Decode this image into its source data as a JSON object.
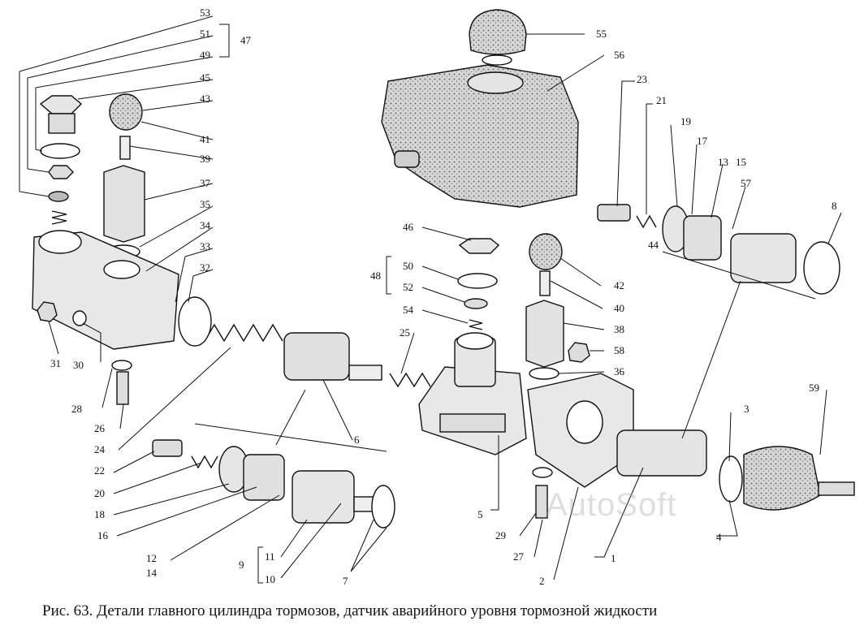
{
  "caption": "Рис. 63. Детали главного цилиндра тормозов, датчик аварийного уровня тормозной жидкости",
  "watermark": "AutoSoft",
  "colors": {
    "ink": "#111111",
    "body_fill": "#e8e8e8",
    "reservoir_fill": "#bdbdbd",
    "background": "#ffffff"
  },
  "labels": [
    "53",
    "51",
    "49",
    "47",
    "45",
    "43",
    "41",
    "39",
    "37",
    "35",
    "34",
    "33",
    "32",
    "31",
    "30",
    "28",
    "26",
    "24",
    "22",
    "20",
    "18",
    "16",
    "12",
    "14",
    "11",
    "10",
    "9",
    "7",
    "6",
    "5",
    "2",
    "1",
    "3",
    "4",
    "59",
    "8",
    "57",
    "13",
    "15",
    "17",
    "19",
    "21",
    "23",
    "44",
    "55",
    "56",
    "46",
    "50",
    "52",
    "48",
    "54",
    "25",
    "42",
    "40",
    "38",
    "58",
    "36",
    "29",
    "27"
  ]
}
